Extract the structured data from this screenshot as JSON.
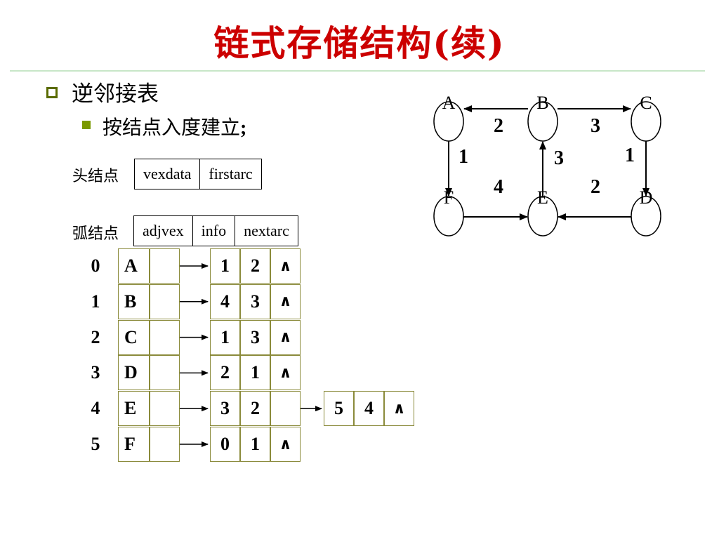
{
  "title": "链式存储结构(续)",
  "bullet1": "逆邻接表",
  "bullet2": {
    "text": "按结点入度建立",
    "suffix": ";"
  },
  "head_node": {
    "label": "头结点",
    "fields": [
      "vexdata",
      "firstarc"
    ]
  },
  "arc_node": {
    "label": "弧结点",
    "fields": [
      "adjvex",
      "info",
      "nextarc"
    ]
  },
  "null_symbol": "∧",
  "rows": [
    {
      "index": "0",
      "vertex": "A",
      "arcs": [
        {
          "adjvex": "1",
          "info": "2"
        }
      ]
    },
    {
      "index": "1",
      "vertex": "B",
      "arcs": [
        {
          "adjvex": "4",
          "info": "3"
        }
      ]
    },
    {
      "index": "2",
      "vertex": "C",
      "arcs": [
        {
          "adjvex": "1",
          "info": "3"
        }
      ]
    },
    {
      "index": "3",
      "vertex": "D",
      "arcs": [
        {
          "adjvex": "2",
          "info": "1"
        }
      ]
    },
    {
      "index": "4",
      "vertex": "E",
      "arcs": [
        {
          "adjvex": "3",
          "info": "2"
        },
        {
          "adjvex": "5",
          "info": "4"
        }
      ]
    },
    {
      "index": "5",
      "vertex": "F",
      "arcs": [
        {
          "adjvex": "0",
          "info": "1"
        }
      ]
    }
  ],
  "graph": {
    "nodes": [
      "A",
      "B",
      "C",
      "F",
      "E",
      "D"
    ],
    "edges": [
      {
        "from": "B",
        "to": "A",
        "weight": "2"
      },
      {
        "from": "B",
        "to": "C",
        "weight": "3"
      },
      {
        "from": "A",
        "to": "F",
        "weight": "1"
      },
      {
        "from": "E",
        "to": "B",
        "weight": "3"
      },
      {
        "from": "C",
        "to": "D",
        "weight": "1"
      },
      {
        "from": "F",
        "to": "E",
        "weight": "4"
      },
      {
        "from": "D",
        "to": "E",
        "weight": "2"
      }
    ]
  },
  "colors": {
    "title": "#cc0000",
    "cell_border": "#8a8a3a",
    "bullet_square": "#7a9900"
  }
}
